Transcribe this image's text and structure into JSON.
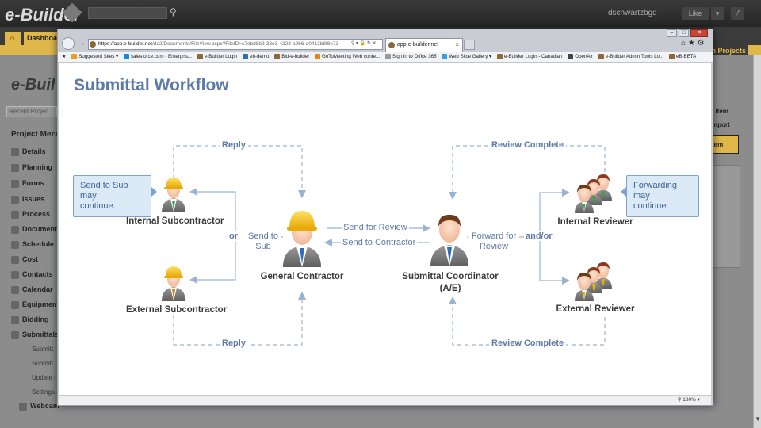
{
  "app": {
    "logo_text": "e-Builder",
    "user": "dschwartzbgd",
    "like_label": "Like",
    "help_label": "?",
    "home_label": "⌂",
    "dashboard_label": "Dashboa",
    "projects_label": "n Projects",
    "logo_secondary": "e-Buil",
    "recent_projects_placeholder": "Recent Projec",
    "project_menu_title": "Project Menu",
    "menu_items": [
      "Details",
      "Planning",
      "Forms",
      "Issues",
      "Process",
      "Documents",
      "Schedule",
      "Cost",
      "Contacts",
      "Calendar",
      "Equipment",
      "Bidding",
      "Submittals"
    ],
    "menu_subitems": [
      "Submitt",
      "Submitt",
      "Update I",
      "Settings"
    ],
    "webcam_label": "Webcam",
    "right_items": [
      "l Item",
      "mport",
      "tem"
    ]
  },
  "browser": {
    "address_host": "https://app.e-builder.net",
    "address_path": "/da2/Documents/FileView.aspx?FileID=c7ebd8b9-33e3-4223-a9b6-d0412b8f8e73",
    "tab_title": "app.e-builder.net",
    "win_buttons": [
      "–",
      "□",
      "✕"
    ],
    "favorites": [
      {
        "label": "Suggested Sites ▾",
        "color": "#e2a02b"
      },
      {
        "label": "salesforce.com - Enterpris...",
        "color": "#1a8ad8"
      },
      {
        "label": "e-Builder Login",
        "color": "#8a6a3a"
      },
      {
        "label": "eb-demo",
        "color": "#2f6fb8"
      },
      {
        "label": "Bid-e-builder",
        "color": "#8a6a3a"
      },
      {
        "label": "GoToMeeting  Web confe...",
        "color": "#e08a1a"
      },
      {
        "label": "Sign in to Office 365",
        "color": "#999"
      },
      {
        "label": "Web Slice Gallery ▾",
        "color": "#3aa0d8"
      },
      {
        "label": "e-Builder Login - Canadian",
        "color": "#8a6a3a"
      },
      {
        "label": "OpenAir",
        "color": "#444"
      },
      {
        "label": "e-Builder Admin Tools Lo...",
        "color": "#8a6a3a"
      },
      {
        "label": "eB-BETA",
        "color": "#8a6a3a"
      }
    ],
    "zoom_level": "180%"
  },
  "diagram": {
    "title": "Submittal Workflow",
    "reply_top": "Reply",
    "reply_bottom": "Reply",
    "review_complete_top": "Review Complete",
    "review_complete_bottom": "Review Complete",
    "send_to_sub": "Send to\nSub",
    "or_label": "or",
    "send_for_review": "Send for Review",
    "send_to_contractor": "Send to Contractor",
    "forward_for_review": "Forward for\nReview",
    "and_or_label": "and/or",
    "roles": {
      "internal_sub": "Internal Subcontractor",
      "external_sub": "External Subcontractor",
      "general_contractor": "General Contractor",
      "coordinator_line1": "Submittal Coordinator",
      "coordinator_line2": "(A/E)",
      "internal_reviewer": "Internal Reviewer",
      "external_reviewer": "External Reviewer"
    },
    "callouts": {
      "sub": "Send to Sub may\ncontinue.",
      "forwarding": "Forwarding may\ncontinue."
    },
    "colors": {
      "title": "#5d7aa6",
      "line": "#9bb3d3",
      "hardhat": "#f5c518",
      "callout_bg": "#dce9f7"
    }
  }
}
